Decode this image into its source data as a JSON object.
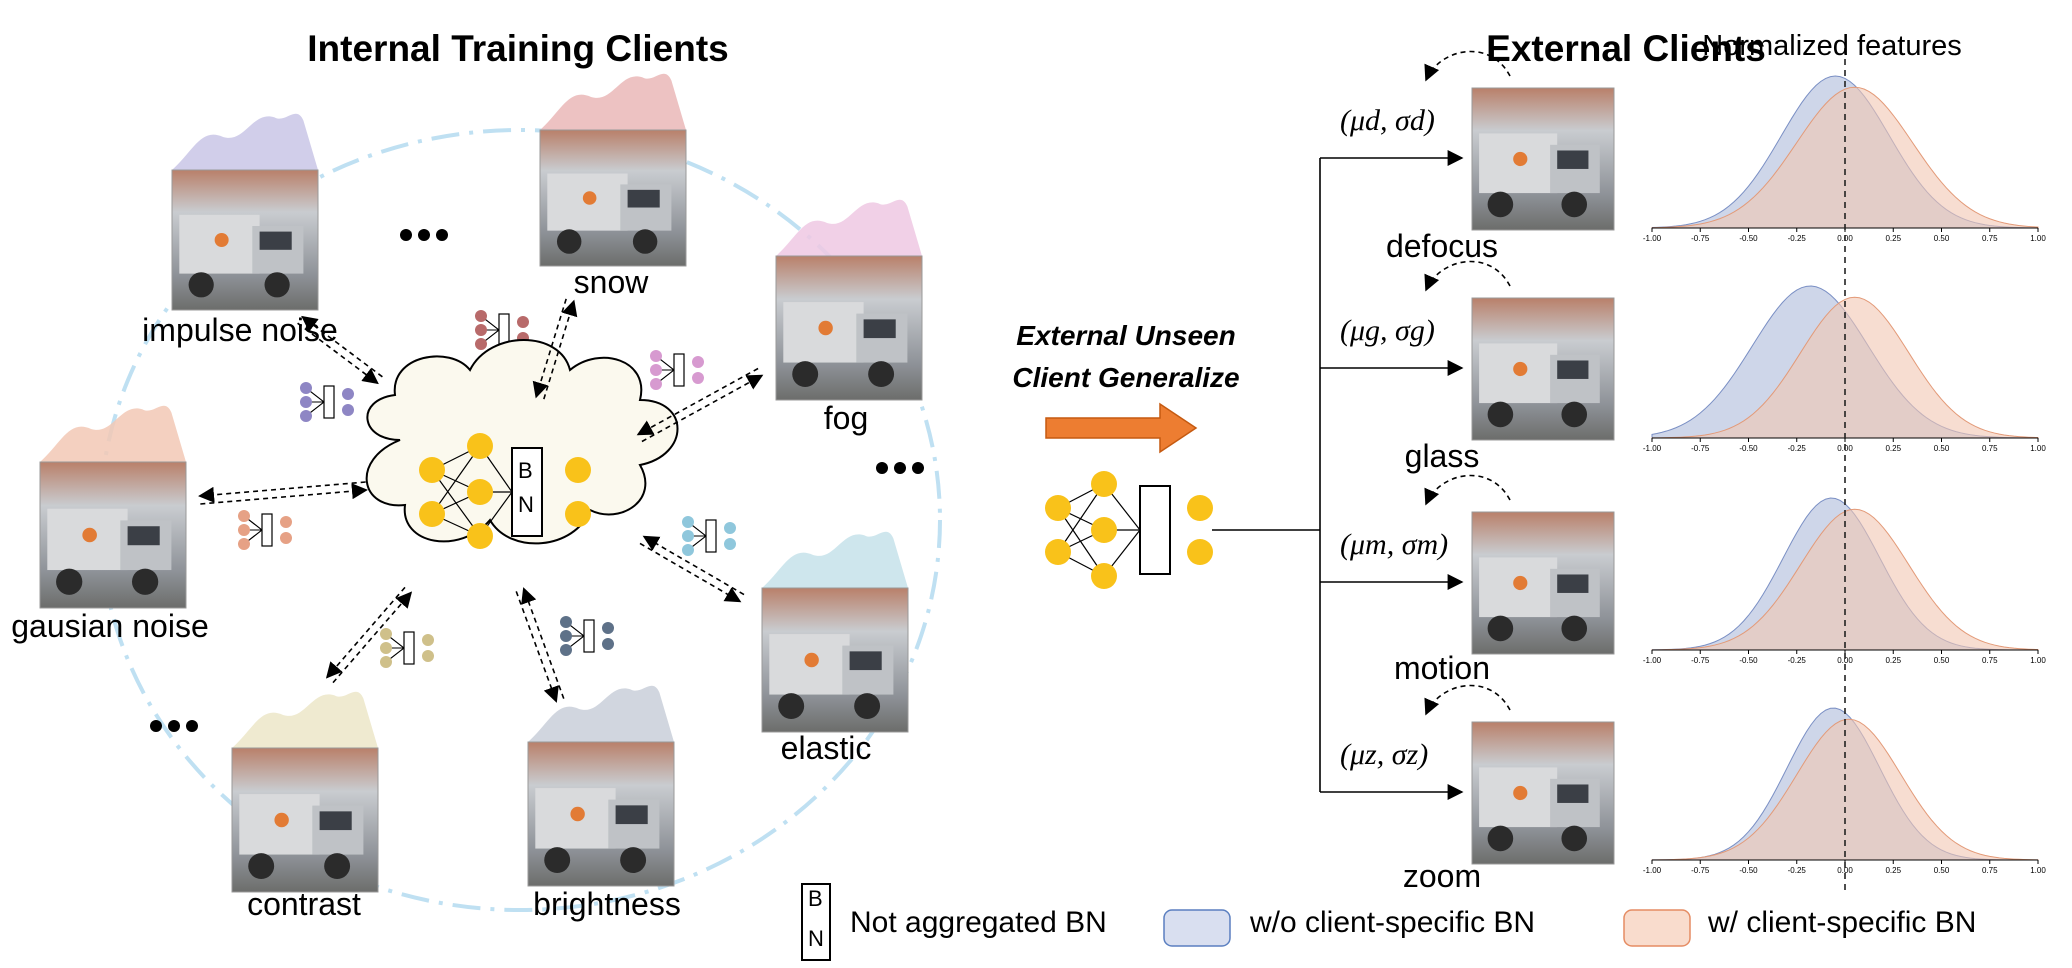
{
  "titles": {
    "internal": "Internal Training Clients",
    "external": "External Clients",
    "normalized": "Normalized features"
  },
  "internal_clients": [
    {
      "label": "impulse noise",
      "color": "#c9c6e6"
    },
    {
      "label": "snow",
      "color": "#eab7b7"
    },
    {
      "label": "fog",
      "color": "#efc8e3"
    },
    {
      "label": "gausian noise",
      "color": "#f2c8b5"
    },
    {
      "label": "elastic",
      "color": "#c6e2ea"
    },
    {
      "label": "contrast",
      "color": "#ece6c8"
    },
    {
      "label": "brightness",
      "color": "#c9cfd9"
    }
  ],
  "arrow_text": [
    "External Unseen",
    "Client Generalize"
  ],
  "external_clients": [
    {
      "label": "defocus",
      "stats": "(μd, σd)"
    },
    {
      "label": "glass",
      "stats": "(μg, σg)"
    },
    {
      "label": "motion",
      "stats": "(μm, σm)"
    },
    {
      "label": "zoom",
      "stats": "(μz, σz)"
    }
  ],
  "bn_letters": [
    "B",
    "N"
  ],
  "axis_ticks": [
    "-1.00",
    "-0.75",
    "-0.50",
    "-0.25",
    "0.00",
    "0.25",
    "0.50",
    "0.75",
    "1.00"
  ],
  "legend": {
    "bn": "Not aggregated BN",
    "without": "w/o  client-specific BN",
    "with": "w/  client-specific BN"
  },
  "colors": {
    "without": "#b9c4e0",
    "with": "#f2c6b3",
    "node": "#f9c21a",
    "orange_arrow": "#ed7d31",
    "circle": "#bfe0f2"
  }
}
